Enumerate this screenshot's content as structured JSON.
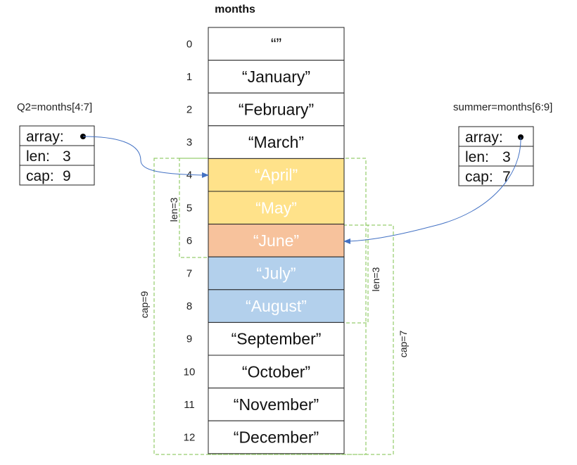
{
  "title": "months",
  "array": {
    "indices": [
      "0",
      "1",
      "2",
      "3",
      "4",
      "5",
      "6",
      "7",
      "8",
      "9",
      "10",
      "11",
      "12"
    ],
    "values": [
      "“”",
      "“January”",
      "“February”",
      "“March”",
      "“April”",
      "“May”",
      "“June”",
      "“July”",
      "“August”",
      "“September”",
      "“October”",
      "“November”",
      "“December”"
    ]
  },
  "colors": {
    "yellow": "#FFE28A",
    "orange": "#F7C29C",
    "blue": "#B3D0EC",
    "dashed": "#7DC24B",
    "arrow": "#4472C4"
  },
  "q2": {
    "label": "Q2=months[4:7]",
    "array_label": "array:",
    "len_label": "len:",
    "len_value": "3",
    "cap_label": "cap:",
    "cap_value": "9",
    "len_dim": "len=3",
    "cap_dim": "cap=9"
  },
  "summer": {
    "label": "summer=months[6:9]",
    "array_label": "array:",
    "len_label": "len:",
    "len_value": "3",
    "cap_label": "cap:",
    "cap_value": "7",
    "len_dim": "len=3",
    "cap_dim": "cap=7"
  }
}
